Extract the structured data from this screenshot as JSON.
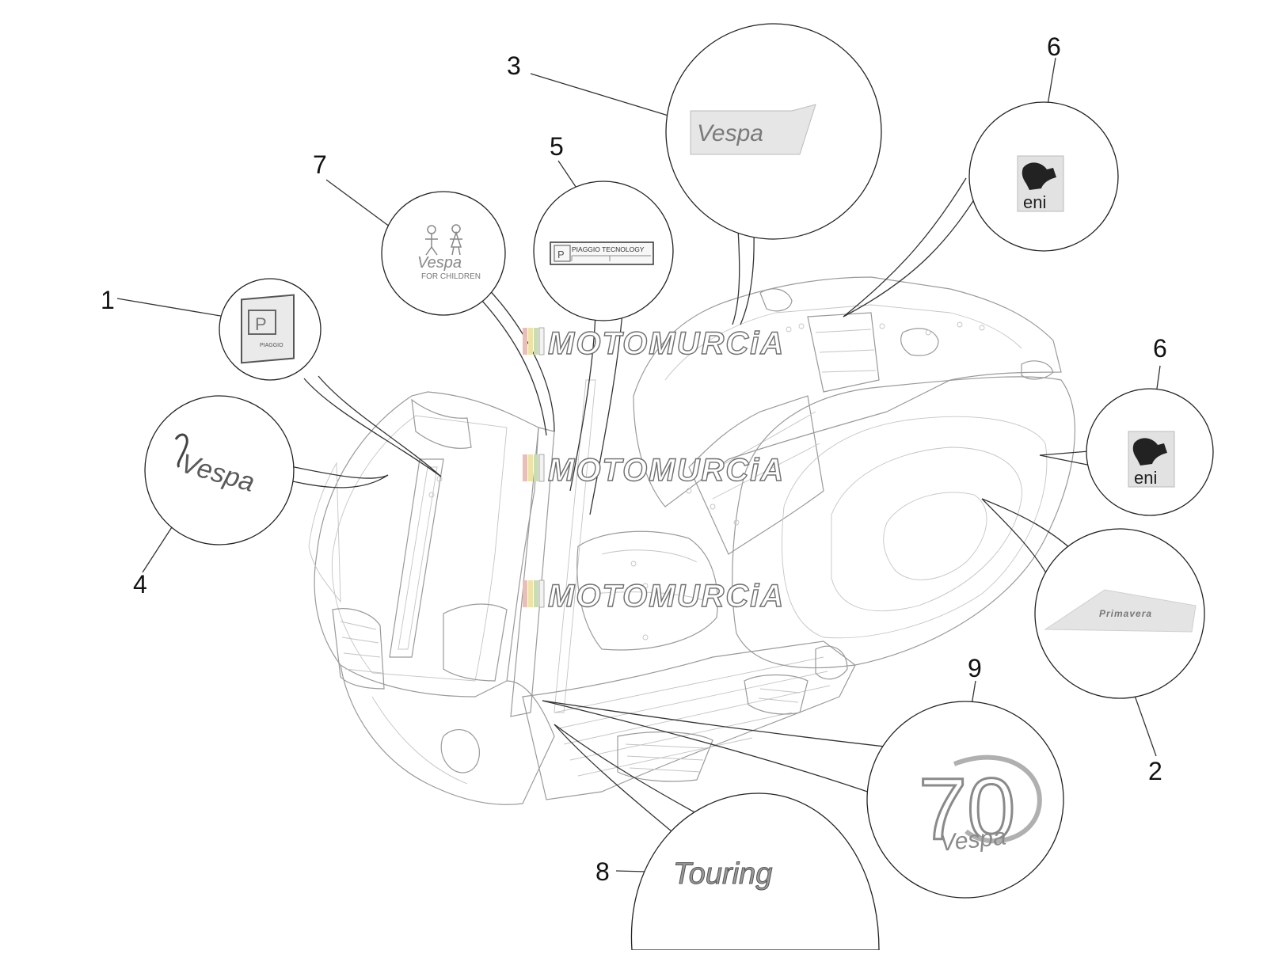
{
  "callouts": [
    {
      "num": "1"
    },
    {
      "num": "2"
    },
    {
      "num": "3"
    },
    {
      "num": "4"
    },
    {
      "num": "5"
    },
    {
      "num": "6"
    },
    {
      "num": "6"
    },
    {
      "num": "7"
    },
    {
      "num": "8"
    },
    {
      "num": "9"
    }
  ],
  "watermark": {
    "text": "MOTOMURCiA"
  },
  "decals": {
    "vespa_script": "Vespa",
    "piaggio_small": "PIAGGIO",
    "piaggio_tech": "PIAGGIO TECNOLOGY",
    "for_children": "FOR CHILDREN",
    "eni": "eni",
    "primavera": "Primavera",
    "touring": "Touring",
    "seventy": "70"
  },
  "colors": {
    "watermark_text": "#ffffff",
    "watermark_outline": "#6f6f6f",
    "flag_green": "#c9dcb4",
    "flag_white": "#f2f2f2",
    "flag_red": "#e9bdb8",
    "flag_yellow": "#efe2a6"
  }
}
